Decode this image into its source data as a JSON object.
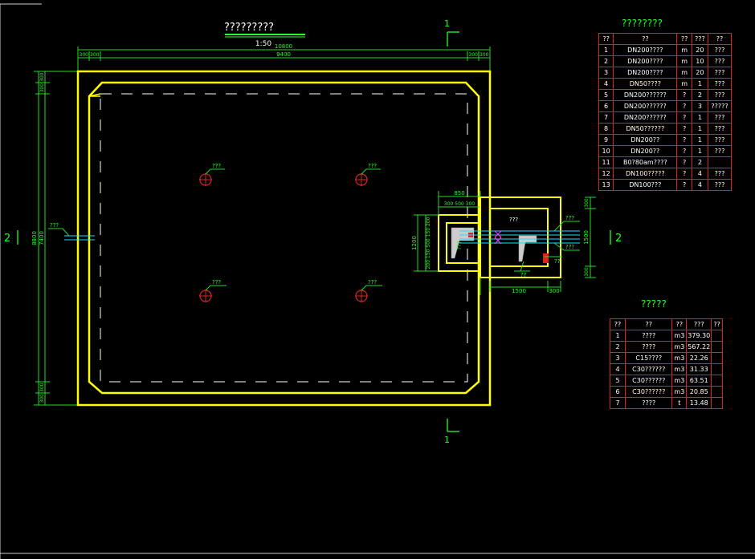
{
  "plan": {
    "title": "?????????",
    "scale": "1:50",
    "dims": {
      "total_width": "10800",
      "inner_width": "9400",
      "edge_left": "300|300",
      "edge_right": "300|300",
      "total_height": "8800",
      "inner_height": "7400",
      "edge_top": "300|300",
      "edge_bottom": "300|300",
      "pit_w": "850",
      "pit_sub": "300  500  300",
      "pit_h": "1200",
      "pit_sub_v": "200  150  500  150  200",
      "valve_w": "1500",
      "valve_w2": "300",
      "valve_h": "1500",
      "valve_top": "300",
      "valve_bot": "300"
    },
    "labels": {
      "vent_tl": "???",
      "vent_tr": "???",
      "vent_bl": "???",
      "vent_br": "???",
      "inlet": "???",
      "valve_room": "???",
      "pit": "???",
      "pipe1": "???",
      "pipe2": "???",
      "pipe3": "??",
      "pipe4": "??"
    },
    "section_marks": {
      "top": "1",
      "bottom": "1",
      "left": "2",
      "right": "2"
    }
  },
  "equipment_table": {
    "title": "????????",
    "headers": [
      "??",
      "??",
      "??",
      "???",
      "??"
    ],
    "rows": [
      [
        "1",
        "DN200????",
        "m",
        "20",
        "???"
      ],
      [
        "2",
        "DN200????",
        "m",
        "10",
        "???"
      ],
      [
        "3",
        "DN200????",
        "m",
        "20",
        "???"
      ],
      [
        "4",
        "DN50????",
        "m",
        "1",
        "???"
      ],
      [
        "5",
        "DN200??????",
        "?",
        "2",
        "???"
      ],
      [
        "6",
        "DN200??????",
        "?",
        "3",
        "?????"
      ],
      [
        "7",
        "DN200??????",
        "?",
        "1",
        "???"
      ],
      [
        "8",
        "DN50??????",
        "?",
        "1",
        "???"
      ],
      [
        "9",
        "DN200??",
        "?",
        "1",
        "???"
      ],
      [
        "10",
        "DN200??",
        "?",
        "1",
        "???"
      ],
      [
        "11",
        "B0?80am????",
        "?",
        "2",
        ""
      ],
      [
        "12",
        "DN100?????",
        "?",
        "4",
        "???"
      ],
      [
        "13",
        "DN100???",
        "?",
        "4",
        "???"
      ]
    ]
  },
  "material_table": {
    "title": "?????",
    "headers": [
      "??",
      "??",
      "??",
      "???",
      "??"
    ],
    "rows": [
      [
        "1",
        "????",
        "m3",
        "379.30",
        ""
      ],
      [
        "2",
        "????",
        "m3",
        "567.22",
        ""
      ],
      [
        "3",
        "C15????",
        "m3",
        "22.26",
        ""
      ],
      [
        "4",
        "C30??????",
        "m3",
        "31.33",
        ""
      ],
      [
        "5",
        "C30??????",
        "m3",
        "63.51",
        ""
      ],
      [
        "6",
        "C30??????",
        "m3",
        "20.85",
        ""
      ],
      [
        "7",
        "????",
        "t",
        "13.48",
        ""
      ]
    ]
  },
  "colors": {
    "background": "#000000",
    "outline": "#ffff00",
    "dimension": "#22dd22",
    "grid_red": "#dd2222",
    "text": "#ffffff",
    "cyan": "#00e5ff",
    "magenta": "#ff33ff"
  }
}
